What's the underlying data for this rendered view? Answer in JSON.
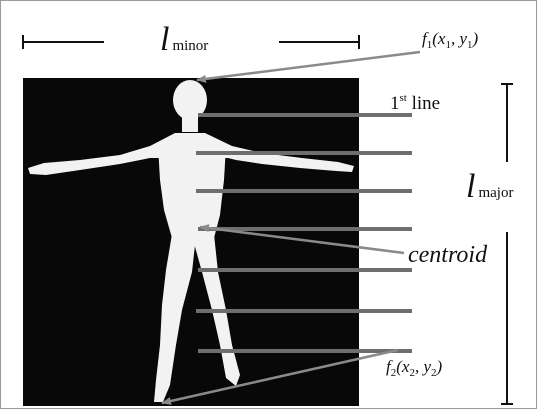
{
  "labels": {
    "minor": {
      "symbol": "l",
      "subscript": "minor"
    },
    "major": {
      "symbol": "l",
      "subscript": "major"
    },
    "f1": {
      "fn": "f",
      "fn_sub": "1",
      "open": "(",
      "x": "x",
      "x_sub": "1",
      "comma": ", ",
      "y": "y",
      "y_sub": "1",
      "close": ")"
    },
    "f2": {
      "fn": "f",
      "fn_sub": "2",
      "open": "(",
      "x": "x",
      "x_sub": "2",
      "comma": ", ",
      "y": "y",
      "y_sub": "2",
      "close": ")"
    },
    "first_line": {
      "number": "1",
      "superscript": "st",
      "word": " line"
    },
    "centroid": "centroid"
  },
  "colors": {
    "background": "#ffffff",
    "image_panel": "#080808",
    "silhouette": "#f2f2f2",
    "scan_lines": "#6e6e6e",
    "arrows": "#8a8a8a",
    "dimension_lines": "#111111"
  }
}
